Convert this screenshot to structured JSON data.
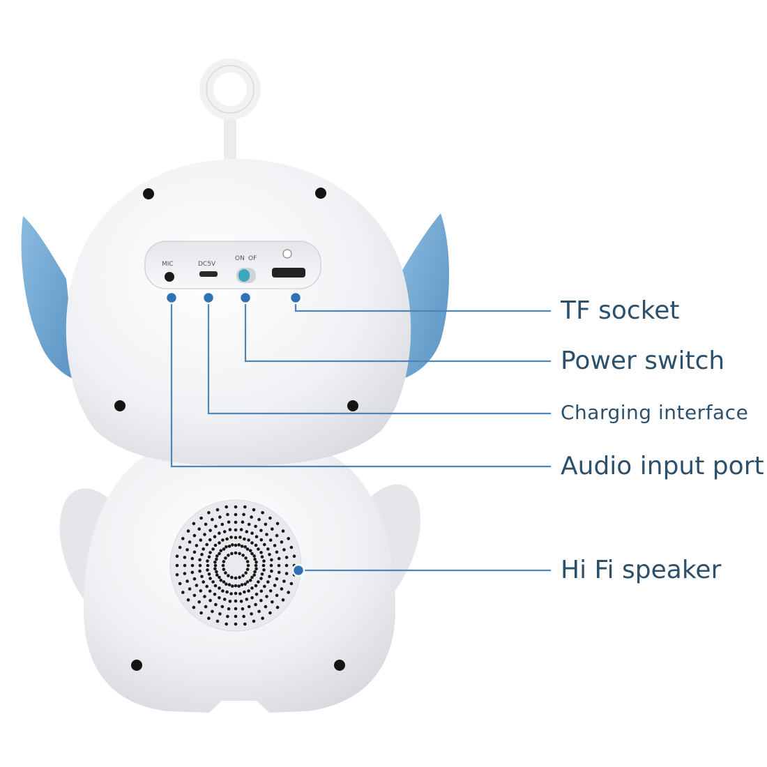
{
  "colors": {
    "body": "#f2f3f6",
    "ear_blue": "#6fa6cf",
    "callout_line": "#4d86b6",
    "callout_dot": "#2f72b5",
    "label_text": "#2c4f6b"
  },
  "port_panel": {
    "mic": "MIC",
    "dc": "DC5V",
    "on": "ON",
    "off": "OF"
  },
  "callouts": [
    {
      "id": "tf",
      "label": "TF socket"
    },
    {
      "id": "power",
      "label": "Power switch"
    },
    {
      "id": "charging",
      "label": "Charging interface"
    },
    {
      "id": "audio",
      "label": "Audio input port"
    },
    {
      "id": "speaker",
      "label": "Hi Fi speaker"
    }
  ]
}
